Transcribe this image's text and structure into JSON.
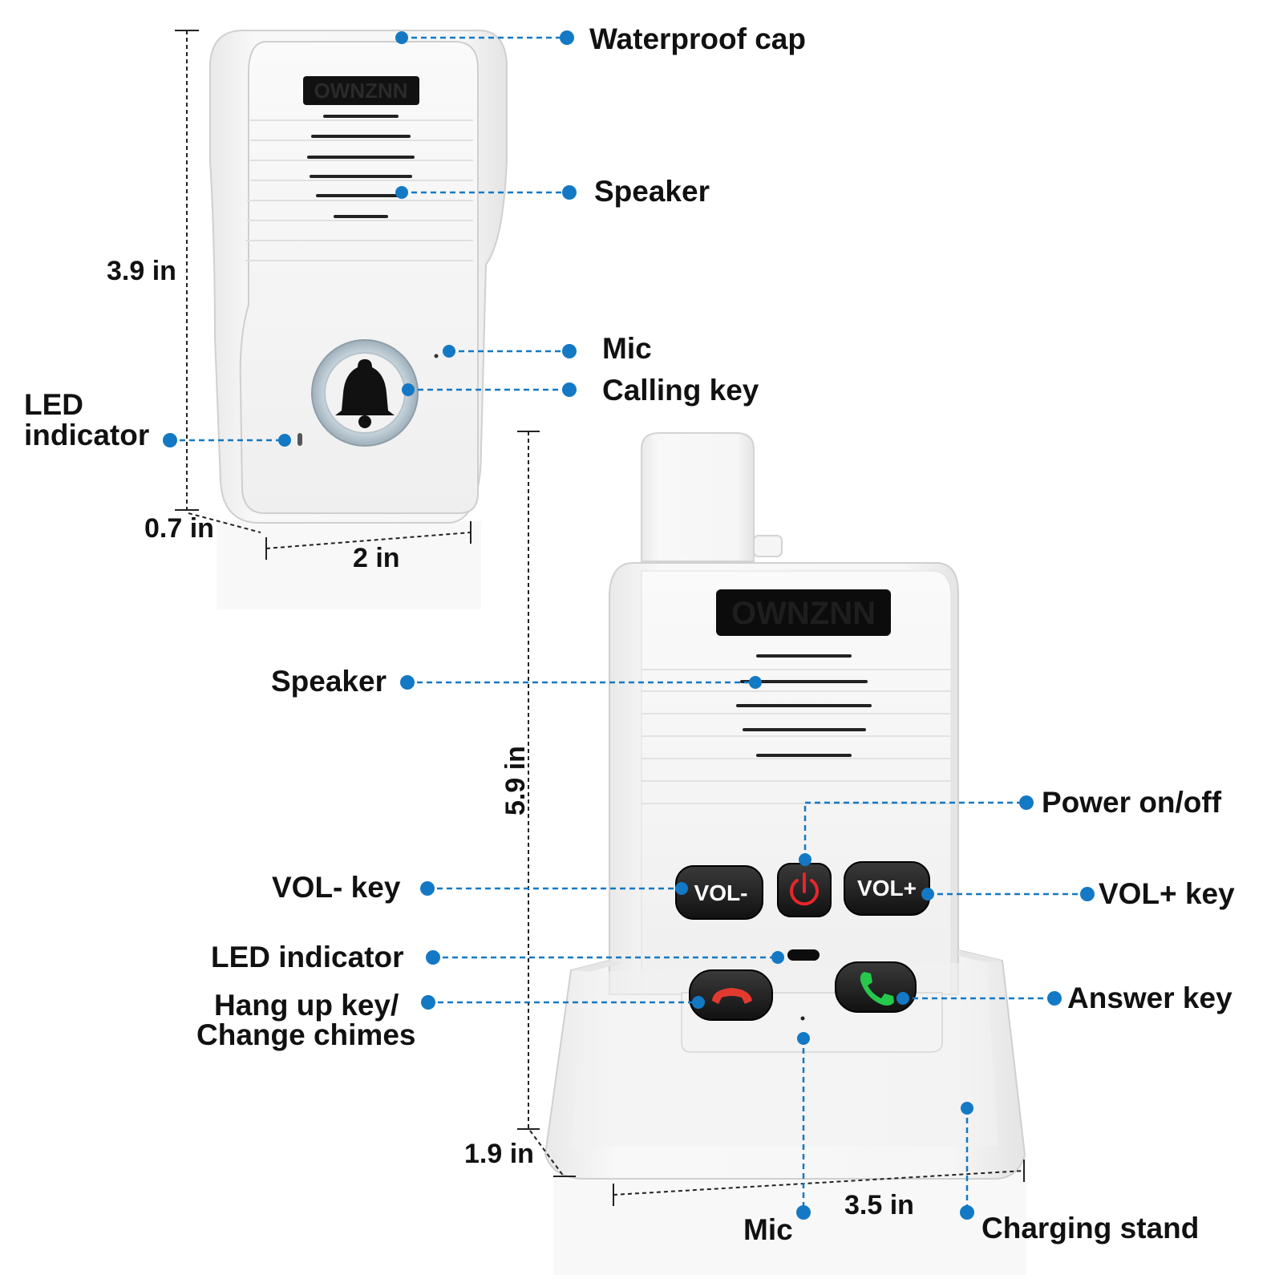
{
  "colors": {
    "callout": "#1479c4",
    "device_body": "#f4f4f4",
    "outline": "#d9d9d9",
    "button_dark": "#1f1f1f",
    "power_red": "#e8262b",
    "hangup_red": "#e23a2f",
    "answer_green": "#26c84b"
  },
  "outdoor_unit": {
    "brand": "OWNZNN",
    "labels": {
      "waterproof_cap": "Waterproof cap",
      "speaker": "Speaker",
      "mic": "Mic",
      "calling_key": "Calling key",
      "led_line1": "LED",
      "led_line2": "indicator"
    },
    "dimensions": {
      "height": "3.9 in",
      "depth": "0.7 in",
      "width": "2 in"
    }
  },
  "indoor_unit": {
    "brand": "OWNZNN",
    "buttons": {
      "vol_minus": "VOL-",
      "vol_plus": "VOL+"
    },
    "labels": {
      "speaker": "Speaker",
      "power": "Power on/off",
      "vol_minus_key": "VOL- key",
      "vol_plus_key": "VOL+ key",
      "led_indicator": "LED indicator",
      "hangup_line1": "Hang up key/",
      "hangup_line2": "Change chimes",
      "answer_key": "Answer key",
      "mic": "Mic",
      "charging_stand": "Charging stand"
    },
    "dimensions": {
      "height": "5.9 in",
      "depth": "1.9 in",
      "width": "3.5 in"
    }
  },
  "icons": [
    "bell-icon",
    "power-icon",
    "hangup-phone-icon",
    "answer-phone-icon"
  ]
}
